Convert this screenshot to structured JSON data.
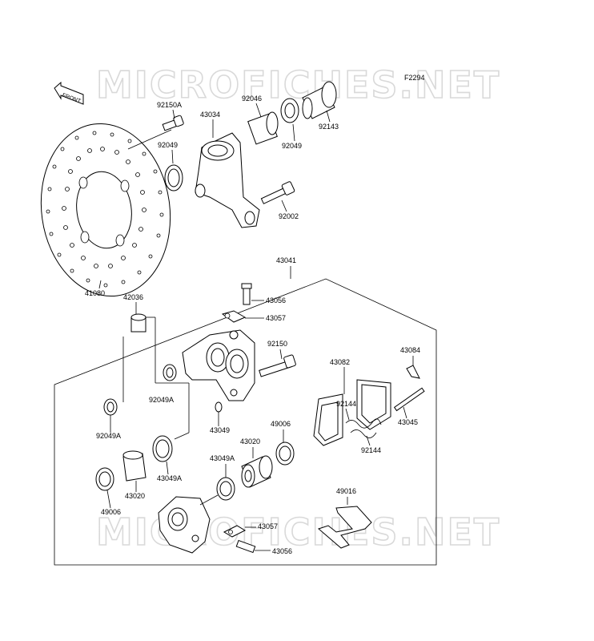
{
  "diagram_code": "F2294",
  "front_label": "FRONT",
  "watermark": "MICROFICHES.NET",
  "parts": {
    "p92150A": "92150A",
    "p43034": "43034",
    "p92046": "92046",
    "p92049_top": "92049",
    "p92049_mid": "92049",
    "p92143": "92143",
    "p92002": "92002",
    "p41080": "41080",
    "p43041": "43041",
    "p43056_top": "43056",
    "p43057_top": "43057",
    "p42036": "42036",
    "p92150": "92150",
    "p43082": "43082",
    "p43084": "43084",
    "p92049A_mid": "92049A",
    "p92144_a": "92144",
    "p43045": "43045",
    "p92049A_low": "92049A",
    "p43049": "43049",
    "p49006_right": "49006",
    "p92144_b": "92144",
    "p43020_right": "43020",
    "p43049A_right": "43049A",
    "p43049A_left": "43049A",
    "p43020_left": "43020",
    "p49006_left": "49006",
    "p49016": "49016",
    "p43057_bot": "43057",
    "p43056_bot": "43056"
  }
}
